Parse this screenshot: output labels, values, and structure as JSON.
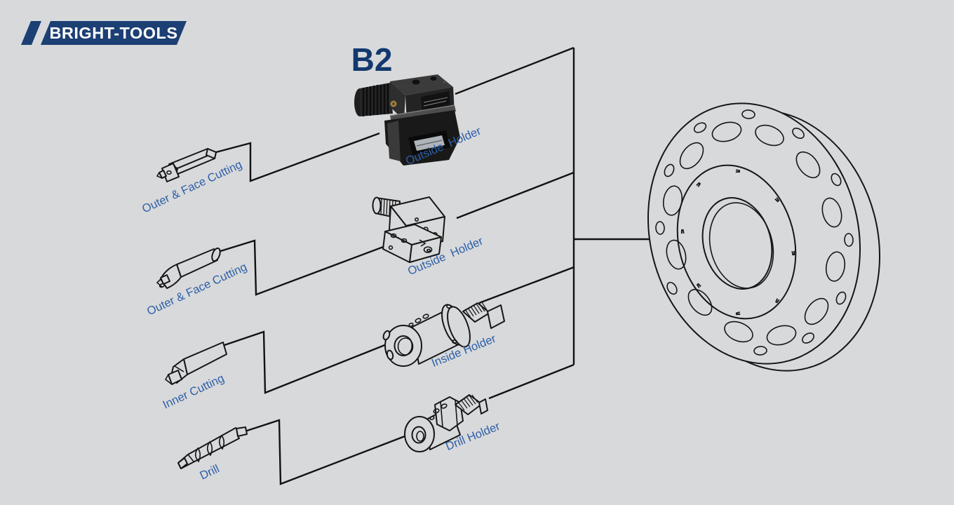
{
  "brand": {
    "name": "BRIGHT-TOOLS"
  },
  "model_label": "B2",
  "tools": [
    {
      "label": "Outer & Face Cutting"
    },
    {
      "label": "Outer & Face Cutting"
    },
    {
      "label": "Inner Cutting"
    },
    {
      "label": "Drill"
    }
  ],
  "holders": [
    {
      "label": "Outside  Holder"
    },
    {
      "label": "Outside  Holder"
    },
    {
      "label": "Inside Holder"
    },
    {
      "label": "Drill Holder"
    }
  ],
  "colors": {
    "background": "#d8d9db",
    "line": "#161616",
    "label_blue": "#2d5fa8",
    "brand_navy": "#1c3f74",
    "model_navy": "#12386e",
    "brand_text": "#ffffff"
  }
}
